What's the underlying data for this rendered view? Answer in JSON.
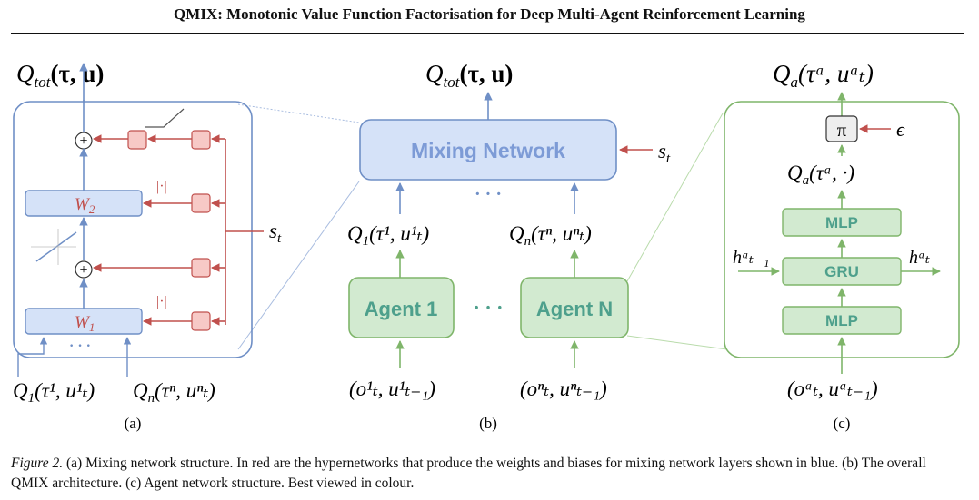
{
  "header": {
    "title": "QMIX: Monotonic Value Function Factorisation for Deep Multi-Agent Reinforcement Learning"
  },
  "panel_a": {
    "top_label_base": "Q",
    "top_label_sub": "tot",
    "top_label_args": "(τ, u)",
    "w2": "W",
    "w2_sub": "2",
    "w1": "W",
    "w1_sub": "1",
    "abs1": "|·|",
    "abs2": "|·|",
    "plus": "+",
    "state": "s",
    "state_sub": "t",
    "dots": "· · ·",
    "in1_base": "Q",
    "in1_sub": "1",
    "in1_args": "(τ¹, u¹ₜ)",
    "in2_base": "Q",
    "in2_sub": "n",
    "in2_args": "(τⁿ, uⁿₜ)",
    "label": "(a)"
  },
  "panel_b": {
    "top_label_base": "Q",
    "top_label_sub": "tot",
    "top_label_args": "(τ, u)",
    "mixing": "Mixing Network",
    "state": "s",
    "state_sub": "t",
    "dots_top": "· · ·",
    "q1_base": "Q",
    "q1_sub": "1",
    "q1_args": "(τ¹, u¹ₜ)",
    "qn_base": "Q",
    "qn_sub": "n",
    "qn_args": "(τⁿ, uⁿₜ)",
    "agent1": "Agent 1",
    "agentn": "Agent N",
    "dots_mid": "· · ·",
    "obs1": "(o¹ₜ, u¹ₜ₋₁)",
    "obsn": "(oⁿₜ, uⁿₜ₋₁)",
    "label": "(b)"
  },
  "panel_c": {
    "top_label_base": "Q",
    "top_label_sub": "a",
    "top_label_args": "(τᵃ, uᵃₜ)",
    "pi": "π",
    "epsilon": "ϵ",
    "mid_label_base": "Q",
    "mid_label_sub": "a",
    "mid_label_args": "(τᵃ, ·)",
    "mlp_top": "MLP",
    "gru": "GRU",
    "mlp_bottom": "MLP",
    "h_in": "hᵃₜ₋₁",
    "h_out": "hᵃₜ",
    "obs": "(oᵃₜ, uᵃₜ₋₁)",
    "label": "(c)"
  },
  "caption": {
    "fig_label": "Figure 2.",
    "text": " (a) Mixing network structure. In red are the hypernetworks that produce the weights and biases for mixing network layers shown in blue. (b) The overall QMIX architecture. (c) Agent network structure. Best viewed in colour."
  },
  "colors": {
    "blue_stroke": "#6f8fc6",
    "blue_fill": "#d5e2f8",
    "red": "#c0504d",
    "red_fill": "#f7c9c6",
    "green_stroke": "#7fb56a",
    "green_fill": "#d2ead0",
    "mixing_text": "#7d9bd6",
    "agent_text": "#4ea08c"
  }
}
